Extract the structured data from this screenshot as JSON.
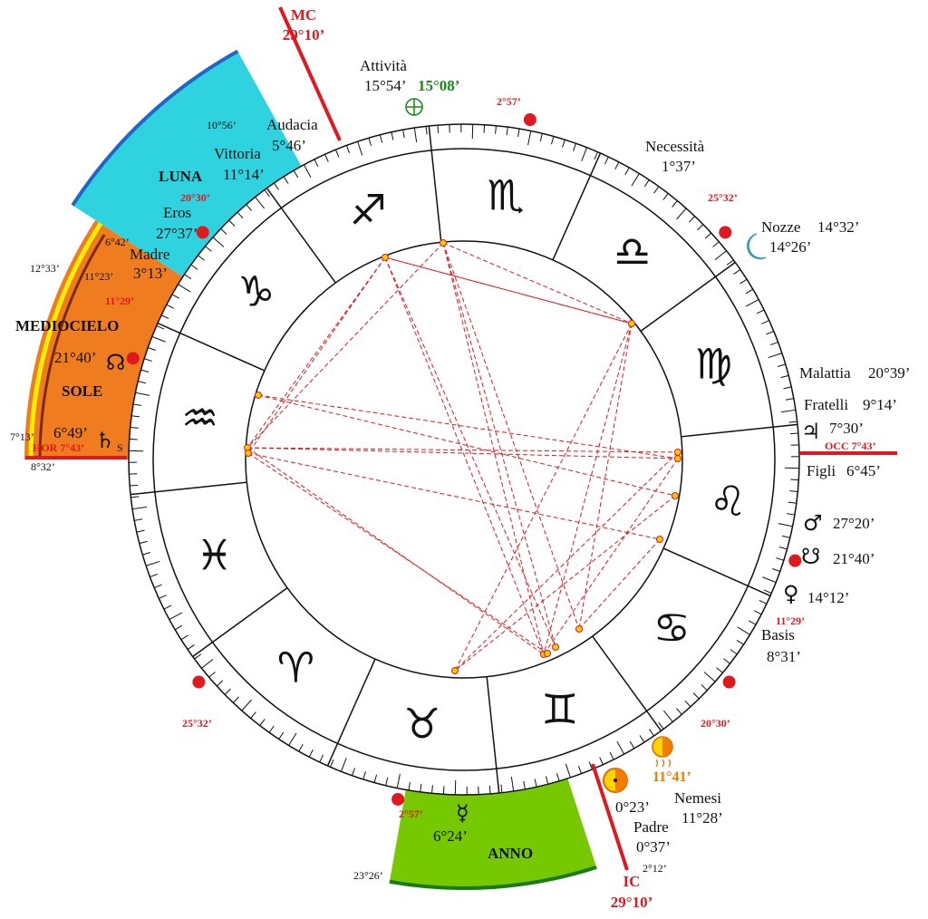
{
  "angles": {
    "mc": "MC",
    "mc_value": "29°10’",
    "ic": "IC",
    "ic_value": "29°10’",
    "hor": "HOR 7°43’",
    "occ": "OCC 7°43’"
  },
  "sectors": {
    "luna": {
      "name": "LUNA",
      "start": "10°56’",
      "end": "6°42’"
    },
    "sole": {
      "name": "SOLE",
      "title": "MEDIOCIELO",
      "start": "12°33’",
      "start2": "11°23’",
      "end": "7°13’",
      "end2": "8°32’"
    },
    "anno": {
      "name": "ANNO",
      "start": "23°26’",
      "end": "2°12’"
    }
  },
  "cusps": [
    "2°57’",
    "25°32’",
    "11°29’",
    "20°30’",
    "2°57’",
    "25°32’",
    "11°29’",
    "20°30’"
  ],
  "parts": [
    {
      "name": "Attività",
      "value": "15°54’"
    },
    {
      "name": "Audacia",
      "value": "5°46’"
    },
    {
      "name": "Vittoria",
      "value": "11°14’"
    },
    {
      "name": "Eros",
      "value": "27°37’"
    },
    {
      "name": "Madre",
      "value": "3°13’"
    },
    {
      "name": "Necessità",
      "value": "1°37’"
    },
    {
      "name": "Nozze",
      "value": "14°32’"
    },
    {
      "name": "Malattia",
      "value": "20°39’"
    },
    {
      "name": "Fratelli",
      "value": "9°14’"
    },
    {
      "name": "Figli",
      "value": "6°45’"
    },
    {
      "name": "Basis",
      "value": "8°31’"
    },
    {
      "name": "Nemesi",
      "value": "11°28’"
    },
    {
      "name": "Padre",
      "value": "0°37’"
    }
  ],
  "planets": {
    "earth": "15°08’",
    "moon": "14°26’",
    "jupiter": "7°30’",
    "mars": "27°20’",
    "node_s": "21°40’",
    "venus": "14°12’",
    "mercury": "6°24’",
    "sun": "0°23’",
    "sun_extra": "11°41’",
    "node_n": "21°40’",
    "saturn": "6°49’",
    "saturn_tag": "S"
  },
  "signs": [
    "Scorpione",
    "Bilancia",
    "Vergine",
    "Leone",
    "Cancro",
    "Gemelli",
    "Toro",
    "Ariete",
    "Pesci",
    "Acquario",
    "Capricorno",
    "Sagittario"
  ],
  "colors": {
    "red": "#e0191f",
    "cyan": "#2fd3df",
    "orange": "#f07c20",
    "green": "#76c800",
    "yellow": "#ffee00",
    "blue": "#1e66c8"
  }
}
